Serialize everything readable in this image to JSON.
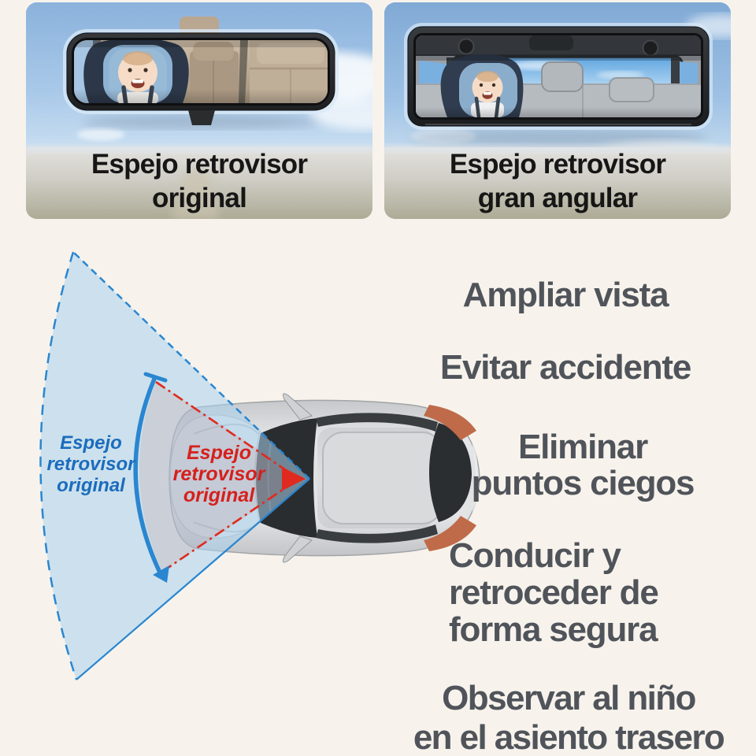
{
  "comparison": {
    "left_caption": "Espejo retrovisor\noriginal",
    "right_caption": "Espejo retrovisor\ngran angular"
  },
  "diagram": {
    "wide_cone_label": "Espejo\nretrovisor\noriginal",
    "narrow_cone_label": "Espejo\nretrovisor\noriginal"
  },
  "benefits": [
    "Ampliar vista",
    "Evitar accidente",
    "Eliminar\npuntos ciegos",
    "Conducir y\nretroceder de\nforma segura",
    "Observar al niño\nen el asiento trasero"
  ],
  "colors": {
    "accent-blue": "#2a86d0",
    "accent-red": "#e02a1f",
    "label-blue": "#1b6cbd",
    "label-red": "#d6201c",
    "benefit-text": "#50545a",
    "caption-text": "#161616",
    "background": "#f7f3ec"
  }
}
